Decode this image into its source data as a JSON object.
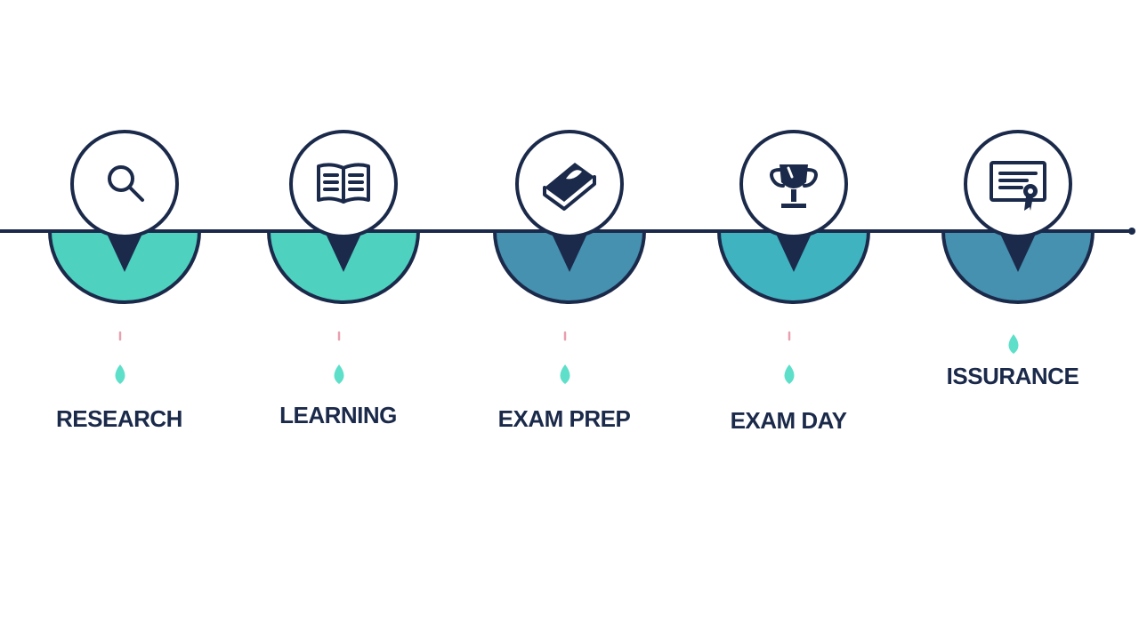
{
  "colors": {
    "navy": "#1b2a4a",
    "teal_light": "#4fd1c0",
    "teal_mid": "#3fb3c0",
    "steel_blue": "#4690b0",
    "drop": "#5ddfc9",
    "accent_pink": "#e8a0b0"
  },
  "steps": [
    {
      "label": "RESEARCH",
      "icon": "magnifier-icon",
      "fill": "#4fd1c0"
    },
    {
      "label": "LEARNING",
      "icon": "open-book-icon",
      "fill": "#4fd1c0"
    },
    {
      "label": "EXAM PREP",
      "icon": "closed-book-icon",
      "fill": "#4690b0"
    },
    {
      "label": "EXAM DAY",
      "icon": "trophy-icon",
      "fill": "#3fb3c0"
    },
    {
      "label": "ISSURANCE",
      "icon": "certificate-icon",
      "fill": "#4690b0"
    }
  ]
}
